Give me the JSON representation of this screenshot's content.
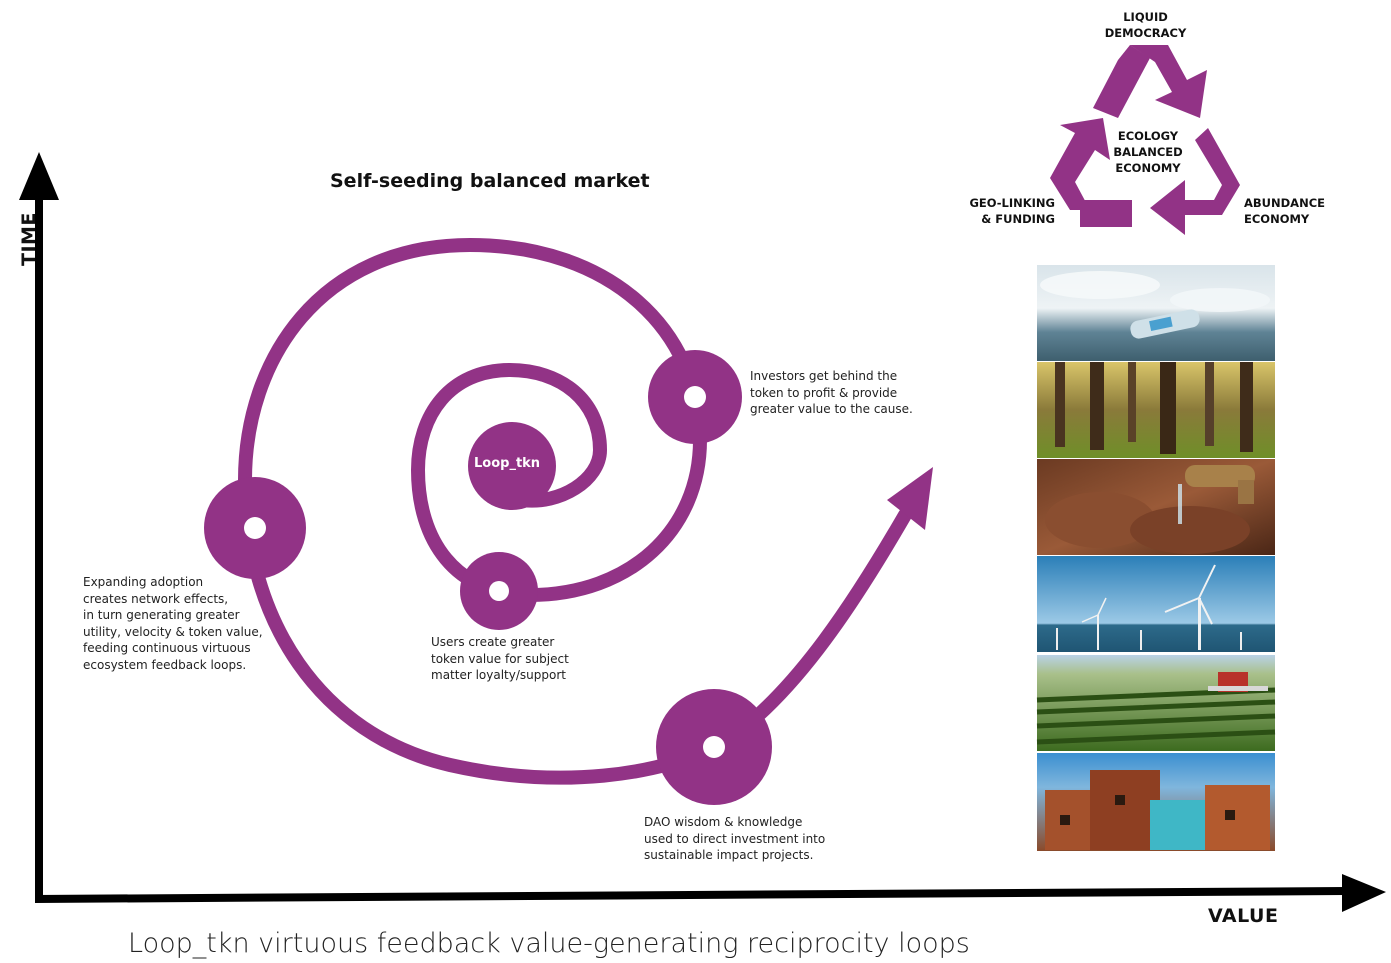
{
  "axes": {
    "y_label": "TIME",
    "x_label": "VALUE"
  },
  "title": "Self-seeding balanced market",
  "caption": "Loop_tkn virtuous feedback value-generating reciprocity loops",
  "spiral": {
    "center_label": "Loop_tkn",
    "notes": {
      "investors": "Investors get behind the\ntoken to profit & provide\ngreater value to the cause.",
      "adoption": "Expanding adoption\ncreates network effects,\nin turn generating greater\nutility, velocity & token value,\nfeeding continuous virtuous\necosystem feedback loops.",
      "users": "Users create greater\ntoken value for subject\nmatter loyalty/support",
      "dao": "DAO wisdom & knowledge\nused to direct investment into\nsustainable impact projects."
    }
  },
  "cycle": {
    "top": "LIQUID\nDEMOCRACY",
    "center": "ECOLOGY\nBALANCED\nECONOMY",
    "left": "GEO-LINKING\n& FUNDING",
    "right": "ABUNDANCE\nECONOMY"
  },
  "photos": [
    "ocean-plastic-bottle",
    "forest",
    "hands-water-tap",
    "wind-turbines",
    "farm-field-tractor",
    "favela-houses"
  ],
  "colors": {
    "accent": "#923386",
    "axis": "#000000"
  }
}
